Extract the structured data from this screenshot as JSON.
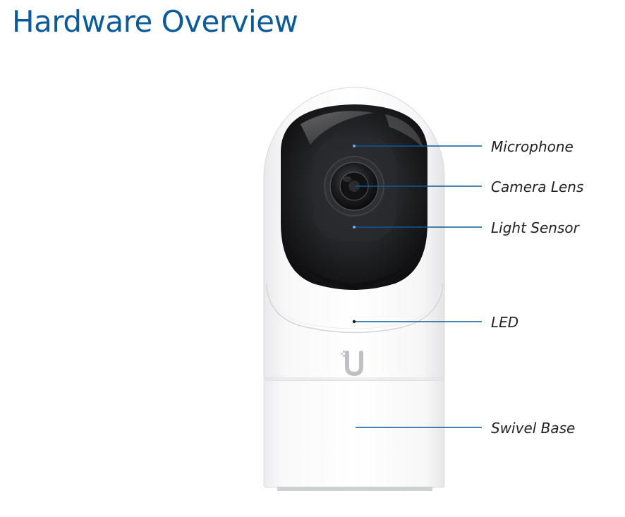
{
  "page": {
    "title": "Hardware Overview"
  },
  "diagram": {
    "subject": "camera",
    "colors": {
      "title": "#0a5a9c",
      "leader_line": "#0a5a9c",
      "label": "#222222"
    },
    "callouts": [
      {
        "id": "microphone",
        "label": "Microphone"
      },
      {
        "id": "camera-lens",
        "label": "Camera Lens"
      },
      {
        "id": "light-sensor",
        "label": "Light Sensor"
      },
      {
        "id": "led",
        "label": "LED"
      },
      {
        "id": "swivel-base",
        "label": "Swivel Base"
      }
    ],
    "logo": {
      "mark": "U",
      "icon": "ubiquiti-logo-icon"
    }
  }
}
